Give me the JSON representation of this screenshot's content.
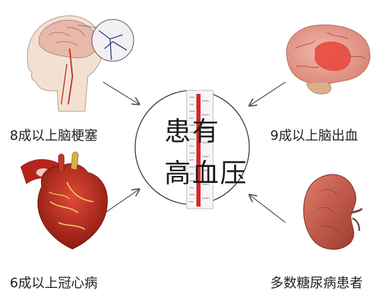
{
  "center": {
    "line1": "患有",
    "line2": "高血压"
  },
  "items": [
    {
      "id": "stroke",
      "caption": "8成以上脑梗塞",
      "icon": "brain-head-icon"
    },
    {
      "id": "hemorrhage",
      "caption": "9成以上脑出血",
      "icon": "brain-icon"
    },
    {
      "id": "heart",
      "caption": "6成以上冠心病",
      "icon": "heart-icon"
    },
    {
      "id": "kidney",
      "caption": "多数糖尿病患者",
      "icon": "kidney-icon"
    }
  ],
  "colors": {
    "arrow": "#555555",
    "circle": "#333333",
    "thermometer_red": "#d8262c",
    "brain_pink": "#e8998c",
    "brain_highlight": "#e8443a",
    "heart_red": "#b8241b",
    "kidney": "#c2584a"
  }
}
